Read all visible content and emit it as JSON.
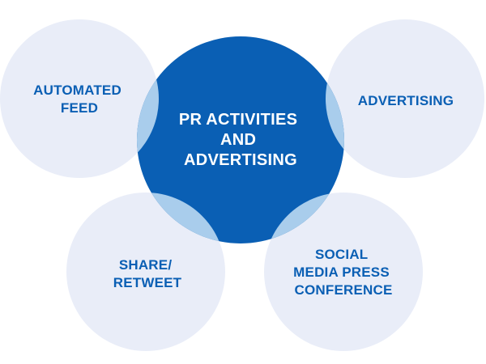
{
  "colors": {
    "outer_fill": "#e9edf8",
    "overlap_fill": "#a9cdec",
    "center_fill": "#0a5fb4",
    "outer_text": "#0a5fb4",
    "center_text": "#ffffff"
  },
  "center": {
    "lines": [
      "PR ACTIVITIES",
      "AND",
      "ADVERTISING"
    ]
  },
  "nodes": [
    {
      "id": "automated-feed",
      "lines": [
        "AUTOMATED",
        "FEED"
      ]
    },
    {
      "id": "advertising",
      "lines": [
        "ADVERTISING"
      ]
    },
    {
      "id": "share-retweet",
      "lines": [
        "SHARE/",
        "RETWEET"
      ]
    },
    {
      "id": "social-media-press-conference",
      "lines": [
        "SOCIAL",
        "MEDIA PRESS",
        "CONFERENCE"
      ]
    }
  ]
}
